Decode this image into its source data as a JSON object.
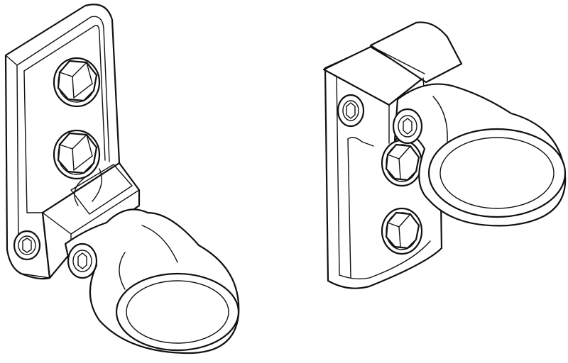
{
  "drawing": {
    "style": "black line art on white",
    "stroke_color": "#111111",
    "background_color": "#ffffff",
    "parts": [
      {
        "id": "bracket-left",
        "kind": "wall-mount bracket with pipe clamp",
        "visible_bolts": 2,
        "visible_socket_screws": 2
      },
      {
        "id": "bracket-right",
        "kind": "wall-mount bracket with pipe clamp",
        "visible_bolts": 2,
        "visible_socket_screws": 2
      }
    ]
  }
}
